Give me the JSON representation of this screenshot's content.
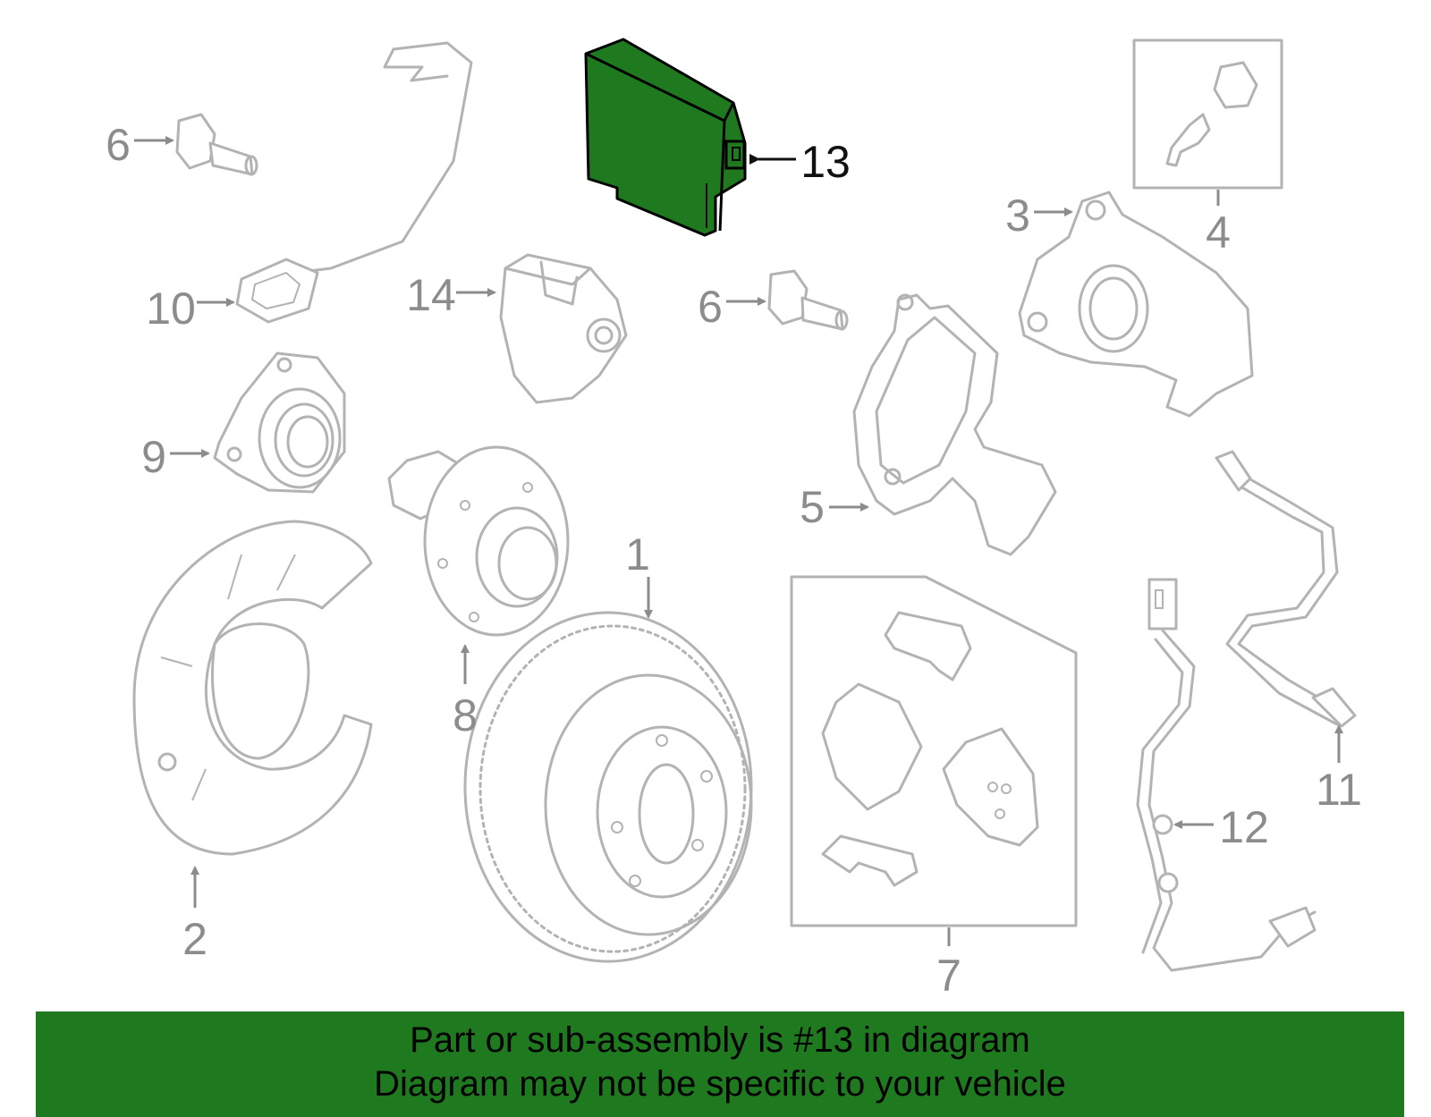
{
  "callouts": {
    "c1": "1",
    "c2": "2",
    "c3": "3",
    "c4": "4",
    "c5": "5",
    "c6a": "6",
    "c6b": "6",
    "c7": "7",
    "c8": "8",
    "c9": "9",
    "c10": "10",
    "c11": "11",
    "c12": "12",
    "c13": "13",
    "c14": "14"
  },
  "highlight": {
    "part": "13",
    "color": "#1f7a1f"
  },
  "banner": {
    "line1": "Part or sub-assembly is #13 in diagram",
    "line2": "Diagram may not be specific to your vehicle",
    "background": "#1f7a1f"
  }
}
